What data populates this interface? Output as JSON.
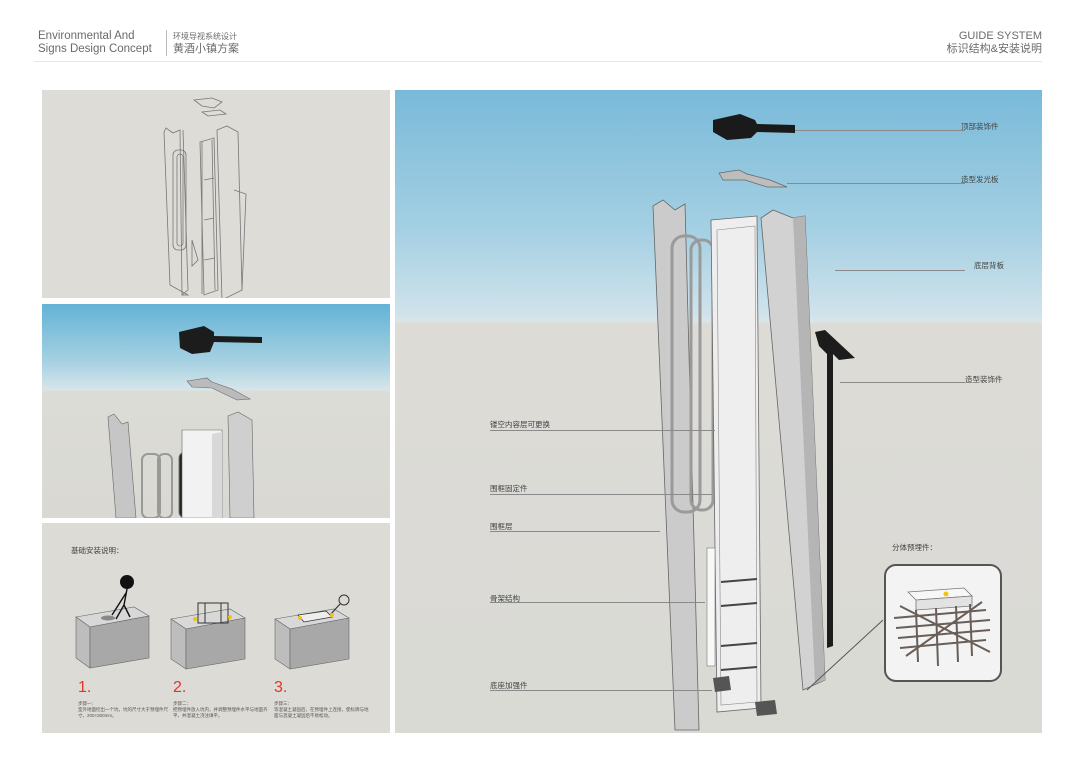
{
  "header": {
    "title_en_line1": "Environmental And",
    "title_en_line2": "Signs Design Concept",
    "title_cn_small": "环境导视系统设计",
    "title_cn_project": "黄酒小镇方案",
    "right_title": "GUIDE SYSTEM",
    "right_subtitle": "标识结构&安装说明"
  },
  "installation": {
    "title": "基础安装说明：",
    "steps": [
      {
        "num": "1.",
        "text": "步骤一：\n室外地面挖出一个坑，坑的尺寸大于预埋件尺寸，200×300mm。"
      },
      {
        "num": "2.",
        "text": "步骤二：\n把预埋件放入坑内，并调整预埋件水平与地面齐平，并混凝土浇注填平。"
      },
      {
        "num": "3.",
        "text": "步骤三：\n等混凝土凝固后，在预埋件上连接，使标牌与地面与混凝土凝固后不易松动。"
      }
    ]
  },
  "main_labels": {
    "top_ornament": "顶部装饰件",
    "light_panel": "造型发光板",
    "back_panel": "底层背板",
    "side_ornament": "造型装饰件",
    "hollow_content": "镂空内容层可更换",
    "frame_fixing": "围框固定件",
    "frame_layer": "围框层",
    "skeleton": "骨架结构",
    "base_reinforce": "底座加强件"
  },
  "detail": {
    "title": "分体预埋件："
  },
  "colors": {
    "accent_red": "#e0352b",
    "sky_top": "#79bad9",
    "ground": "#dcdbd6"
  }
}
